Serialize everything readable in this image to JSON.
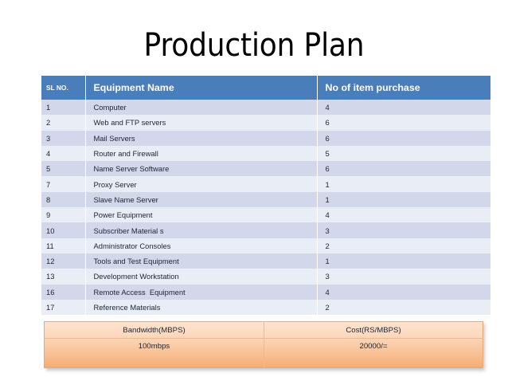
{
  "slide": {
    "title": "Production Plan"
  },
  "equipment_table": {
    "headers": {
      "sl_no": "SL NO.",
      "equipment_name": "Equipment Name",
      "no_of_item_purchase": "No of item purchase"
    },
    "rows": [
      {
        "sl_no": "1",
        "name": "Computer",
        "qty": "4"
      },
      {
        "sl_no": "2",
        "name": "Web and FTP servers",
        "qty": "6"
      },
      {
        "sl_no": "3",
        "name": "Mail Servers",
        "qty": "6"
      },
      {
        "sl_no": "4",
        "name": "Router and Firewall",
        "qty": "5"
      },
      {
        "sl_no": "5",
        "name": "Name Server Software",
        "qty": "6"
      },
      {
        "sl_no": "7",
        "name": "Proxy Server",
        "qty": "1"
      },
      {
        "sl_no": "8",
        "name": "Slave Name Server",
        "qty": "1"
      },
      {
        "sl_no": "9",
        "name": "Power Equipment",
        "qty": "4"
      },
      {
        "sl_no": "10",
        "name": "Subscriber Material s",
        "qty": "3"
      },
      {
        "sl_no": "11",
        "name": "Administrator Consoles",
        "qty": "2"
      },
      {
        "sl_no": "12",
        "name": "Tools and Test Equipment",
        "qty": "1"
      },
      {
        "sl_no": "13",
        "name": "Development Workstation",
        "qty": "3"
      },
      {
        "sl_no": "16",
        "name": "Remote Access  Equipment",
        "qty": "4"
      },
      {
        "sl_no": "17",
        "name": "Reference Materials",
        "qty": "2"
      }
    ]
  },
  "bandwidth_table": {
    "headers": {
      "bandwidth": "Bandwidth(MBPS)",
      "cost": "Cost(RS/MBPS)"
    },
    "values": {
      "bandwidth": "100mbps",
      "cost": "20000/="
    }
  },
  "colors": {
    "header_blue": "#4a7ebb",
    "band_dark": "#d2d8e9",
    "band_light": "#e9edf6",
    "orange_light": "#fce4d0",
    "orange_deep": "#f4ab74",
    "orange_border": "#e8a978",
    "text_dark": "#1d2433"
  }
}
